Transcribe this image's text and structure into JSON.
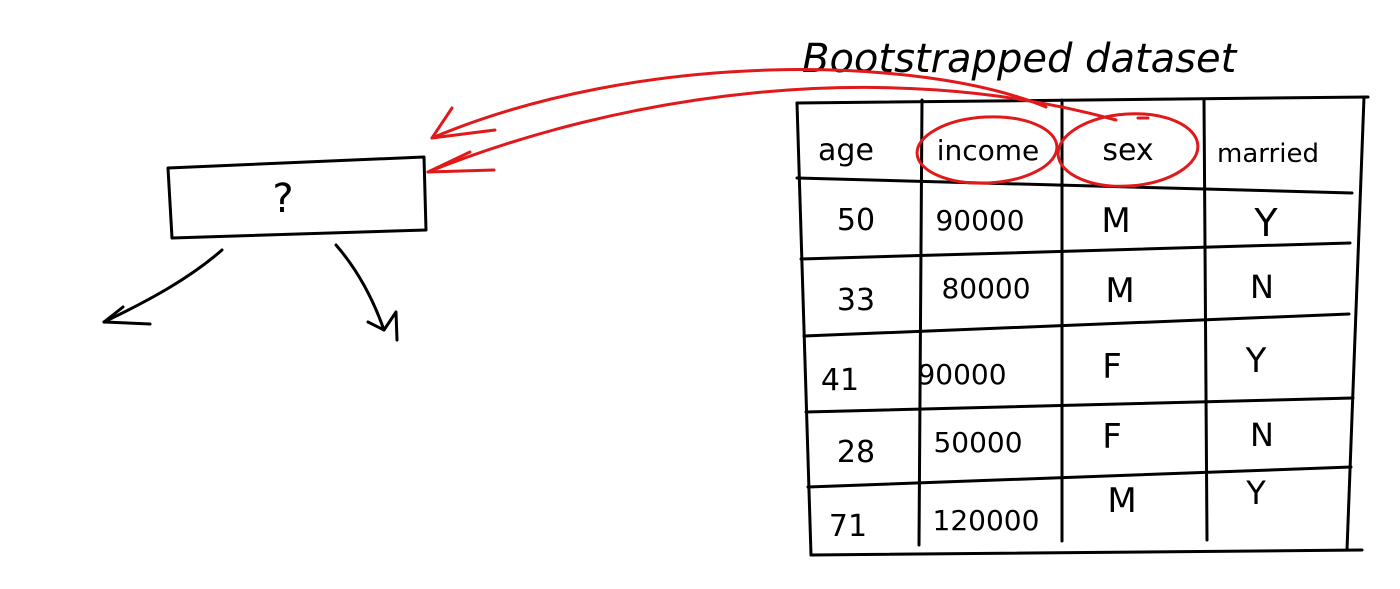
{
  "title": "Bootstrapped dataset",
  "node": {
    "label": "?"
  },
  "table": {
    "columns": [
      "age",
      "income",
      "sex",
      "married"
    ],
    "rows": [
      [
        "50",
        "90000",
        "M",
        "Y"
      ],
      [
        "33",
        "80000",
        "M",
        "N"
      ],
      [
        "41",
        "90000",
        "F",
        "Y"
      ],
      [
        "28",
        "50000",
        "F",
        "N"
      ],
      [
        "71",
        "120000",
        "M",
        "Y"
      ]
    ],
    "highlighted_columns": [
      "income",
      "sex"
    ]
  },
  "colors": {
    "ink": "#000000",
    "highlight": "#e0191b",
    "background": "#ffffff"
  }
}
